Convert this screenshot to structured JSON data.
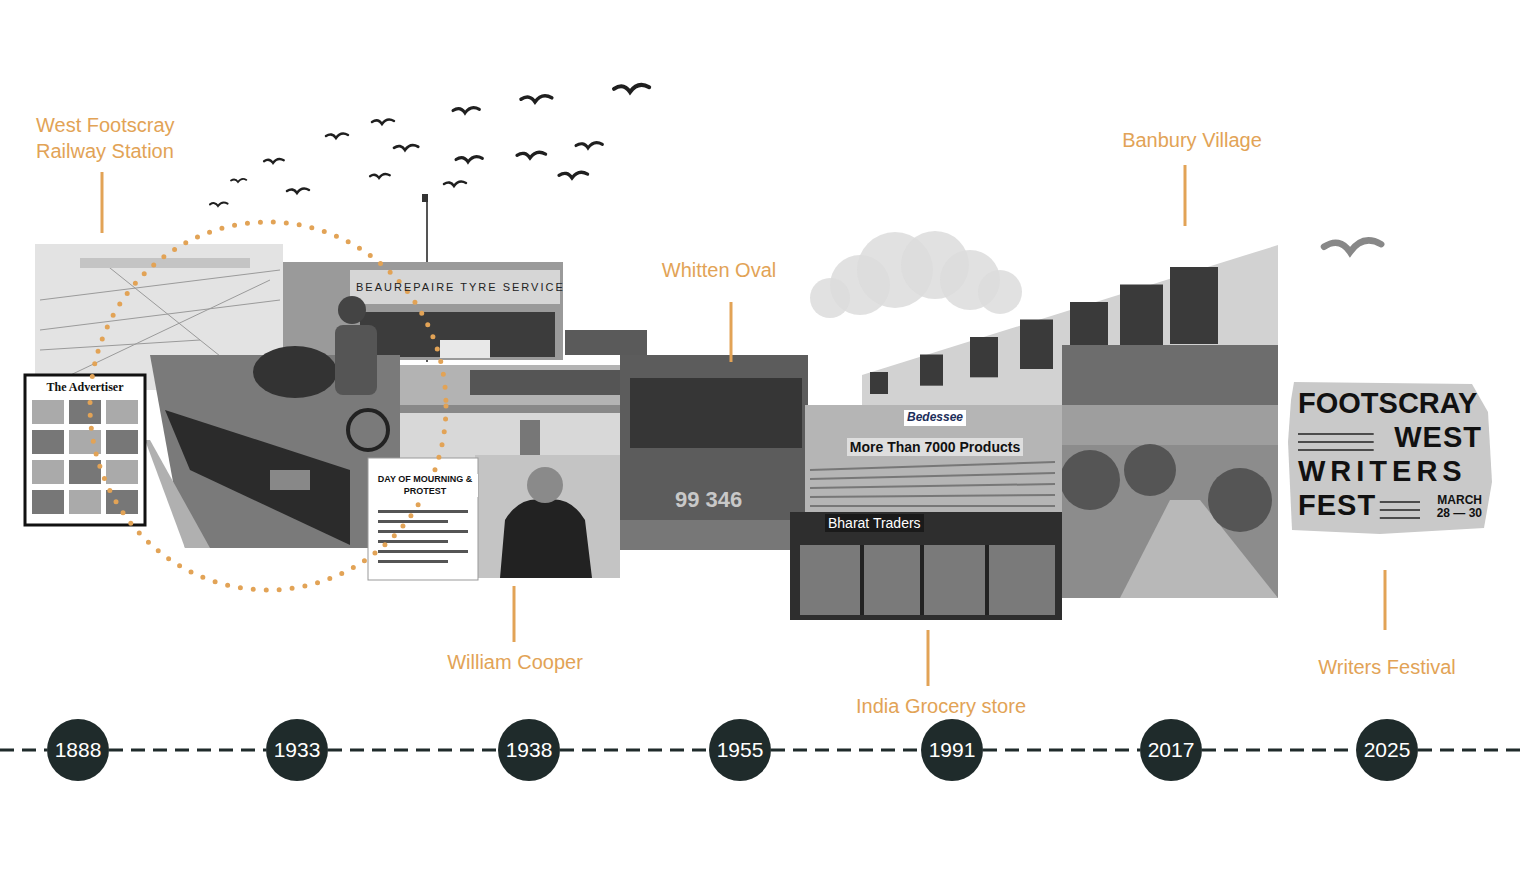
{
  "diagram": {
    "nodes": [
      {
        "text": [
          "1888"
        ]
      },
      {
        "text": [
          "1933"
        ]
      },
      {
        "text": [
          "1938"
        ]
      },
      {
        "text": [
          "1955"
        ]
      },
      {
        "text": [
          "1991"
        ]
      },
      {
        "text": [
          "2017"
        ]
      },
      {
        "text": [
          "2025"
        ]
      },
      {
        "text": [
          "FOOTSCRAY",
          "WEST",
          "WRITERS",
          "FEST",
          "MARCH 28 — 30"
        ]
      }
    ],
    "edges": [
      {
        "from": 0,
        "to": 1,
        "arrow": "none"
      },
      {
        "from": 1,
        "to": 2,
        "arrow": "none"
      },
      {
        "from": 2,
        "to": 3,
        "arrow": "none"
      },
      {
        "from": 3,
        "to": 4,
        "arrow": "none"
      },
      {
        "from": 4,
        "to": 5,
        "arrow": "none"
      },
      {
        "from": 5,
        "to": 6,
        "arrow": "none"
      }
    ],
    "labels": [
      "West Footscray Railway Station",
      "William Cooper",
      "Whitten Oval",
      "India Grocery store",
      "Banbury Village",
      "Writers Festival",
      "The Advertiser",
      "BEAUREPAIRE TYRE SERVICE",
      "DAY OF MOURNING & PROTEST",
      "99 346",
      "Bedessee",
      "More Than 7000 Products",
      "Bharat Traders"
    ]
  }
}
